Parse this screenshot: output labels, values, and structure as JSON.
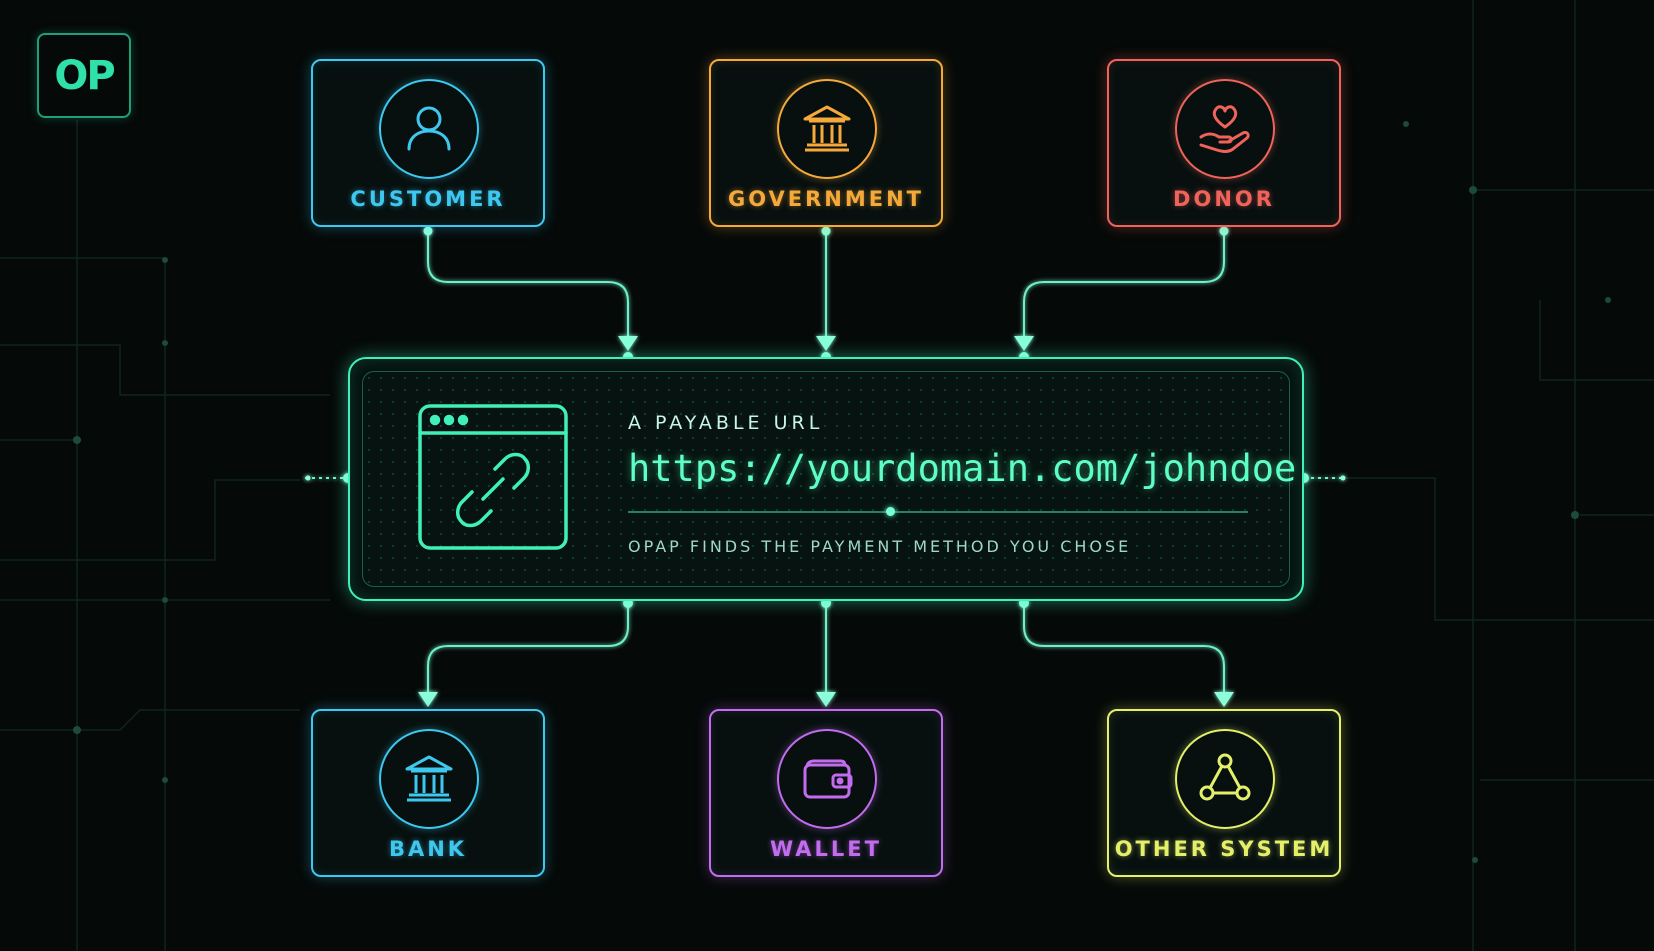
{
  "logo": {
    "text": "OP"
  },
  "sources": [
    {
      "label": "CUSTOMER",
      "icon": "user-icon",
      "color": "#3ec8f0"
    },
    {
      "label": "GOVERNMENT",
      "icon": "government-building-icon",
      "color": "#f5a93a"
    },
    {
      "label": "DONOR",
      "icon": "heart-hand-icon",
      "color": "#f0635a"
    }
  ],
  "center": {
    "caption": "A PAYABLE URL",
    "url": "https://yourdomain.com/johndoe",
    "subtitle": "OPAP FINDS THE PAYMENT METHOD YOU CHOSE",
    "icon": "browser-link-icon",
    "color": "#3ff0b8"
  },
  "destinations": [
    {
      "label": "BANK",
      "icon": "bank-icon",
      "color": "#3ec8f0"
    },
    {
      "label": "WALLET",
      "icon": "wallet-icon",
      "color": "#c46cf0"
    },
    {
      "label": "OTHER SYSTEM",
      "icon": "network-icon",
      "color": "#e4ef6a"
    }
  ]
}
